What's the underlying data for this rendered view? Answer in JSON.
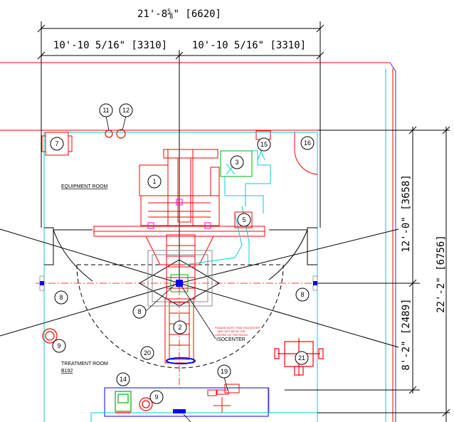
{
  "dimensions": {
    "overall_width": "21'-8⅝\" [6620]",
    "half_width_left": "10'-10 5/16\" [3310]",
    "half_width_right": "10'-10 5/16\" [3310]",
    "upper_depth": "12'-0\" [3658]",
    "lower_depth": "8'-2\" [2489]",
    "total_depth": "22'-2\" [6756]"
  },
  "labels": {
    "equipment_room": "EQUIPMENT ROOM",
    "treatment_room": "TREATMENT ROOM",
    "room_number": "B192",
    "isocenter": "ISOCENTER",
    "note_line1": "PLEASE NOTE THAT ISOCENTER",
    "note_line2": "MAY NOT BE IN THE",
    "note_line3": "CENTER OF THE ROOM"
  },
  "bubbles": {
    "b1": "1",
    "b2": "2",
    "b3": "3",
    "b5": "5",
    "b7": "7",
    "b8a": "8",
    "b8b": "8",
    "b8c": "8",
    "b9a": "9",
    "b9b": "9",
    "b11": "11",
    "b12": "12",
    "b14": "14",
    "b15": "15",
    "b16": "16",
    "b19": "19",
    "b20": "20",
    "b21": "21"
  },
  "colors": {
    "wall_red": "#ff0000",
    "cyan": "#00d0d0",
    "blue": "#0000ff",
    "green": "#00b000",
    "magenta": "#ff00ff",
    "gray": "#888888"
  }
}
